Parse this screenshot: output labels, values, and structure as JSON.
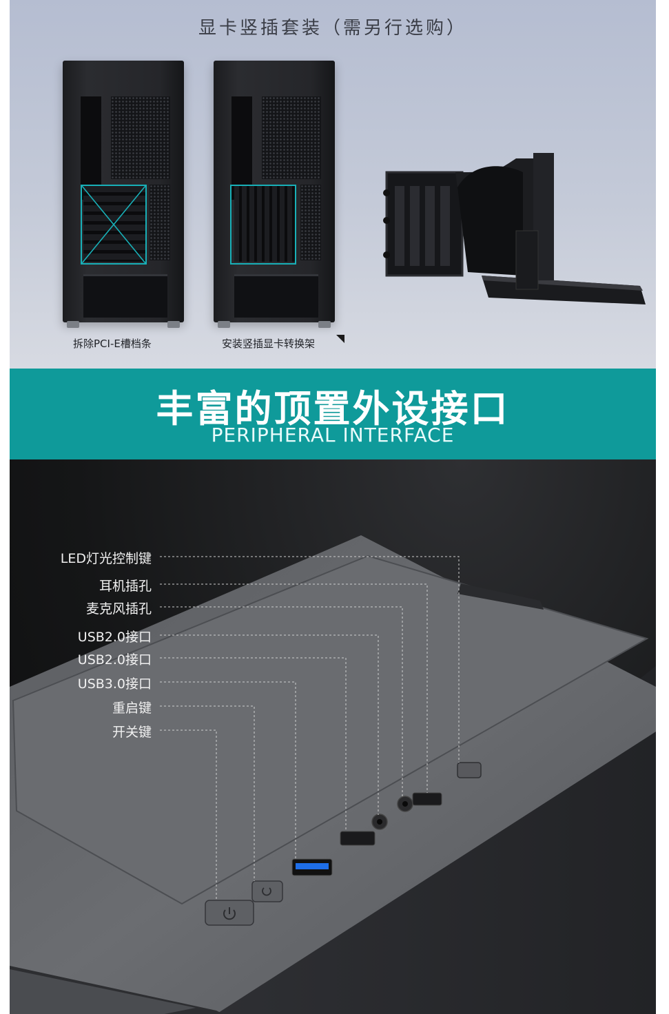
{
  "top": {
    "title": "显卡竖插套装（需另行选购）",
    "captions": [
      "拆除PCI-E槽档条",
      "安装竖插显卡转换架"
    ]
  },
  "banner": {
    "title": "丰富的顶置外设接口",
    "subtitle": "PERIPHERAL INTERFACE"
  },
  "ports": {
    "labels": [
      "LED灯光控制键",
      "耳机插孔",
      "麦克风插孔",
      "USB2.0接口",
      "USB2.0接口",
      "USB3.0接口",
      "重启键",
      "开关键"
    ]
  },
  "colors": {
    "accent": "#0f9a9a",
    "marker": "#18b0b8",
    "usb3": "#1e6ee8"
  }
}
